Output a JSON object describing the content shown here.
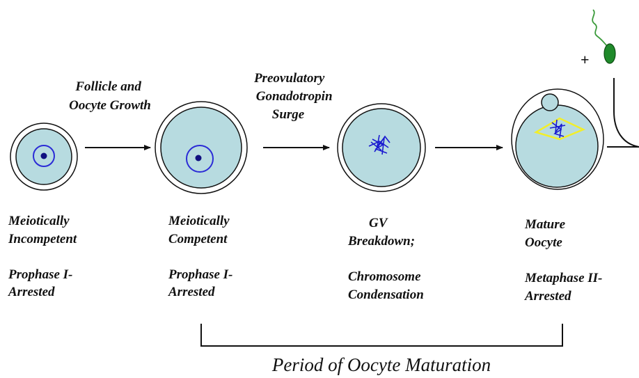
{
  "colors": {
    "cytoplasm": "#b7dbe0",
    "nucleus_ring": "#2b2bd6",
    "nucleolus": "#101080",
    "chromosomes": "#1a1ad0",
    "spindle": "#f2ee2a",
    "sperm_head": "#1f8a2a",
    "sperm_tail": "#3a9a3a",
    "outline": "#111111"
  },
  "transitions": {
    "t1": [
      "Follicle and",
      "Oocyte Growth"
    ],
    "t2": [
      "Preovulatory",
      "Gonadotropin",
      "Surge"
    ]
  },
  "stages": {
    "s1": {
      "state": [
        "Meiotically",
        "Incompetent"
      ],
      "phase": [
        "Prophase I-",
        "Arrested"
      ]
    },
    "s2": {
      "state": [
        "Meiotically",
        "Competent"
      ],
      "phase": [
        "Prophase I-",
        "Arrested"
      ]
    },
    "s3": {
      "state": [
        "GV",
        "Breakdown;"
      ],
      "phase": [
        "Chromosome",
        "Condensation"
      ]
    },
    "s4": {
      "state": [
        "Mature",
        "Oocyte"
      ],
      "phase": [
        "Metaphase II-",
        "Arrested"
      ]
    }
  },
  "plus_sign": "+",
  "bracket_label": "Period of Oocyte Maturation"
}
